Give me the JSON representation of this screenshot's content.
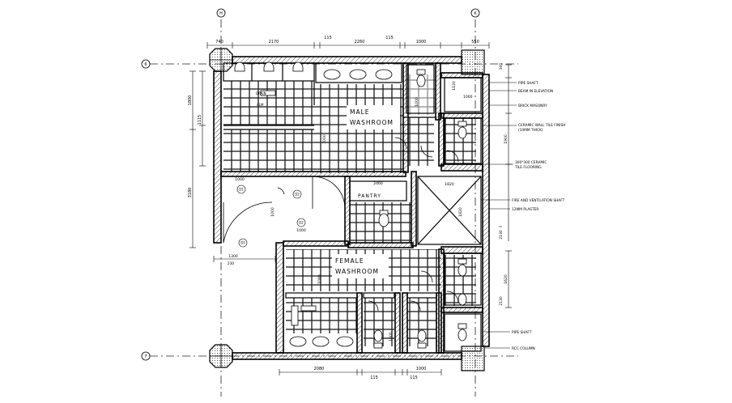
{
  "grid_bubbles": {
    "top_left": "H",
    "top_right": "K",
    "left_top": "6",
    "left_bottom": "7"
  },
  "rooms": {
    "male": [
      "MALE",
      "WASHROOM"
    ],
    "female": [
      "FEMALE",
      "WASHROOM"
    ],
    "pantry": "PANTRY"
  },
  "dims_top": [
    "740",
    "2170",
    "115",
    "2260",
    "115",
    "1000",
    "550"
  ],
  "dims_bottom": [
    "2080",
    "115",
    "115",
    "1000"
  ],
  "dims_left": [
    "1800",
    "1115",
    "3180"
  ],
  "dims_right": [
    "300",
    "1120",
    "1900",
    "1820",
    "1000",
    "2130",
    "1620",
    "2130"
  ],
  "dims_inner": [
    "1000",
    "1000",
    "1000",
    "1300",
    "1000",
    "1080",
    "1200",
    "230",
    "1000",
    "2460",
    "1820",
    "1000"
  ],
  "door_tags": [
    "D1",
    "D1",
    "D2",
    "D2"
  ],
  "fixture_labels": [
    "DRAIN",
    "ALM"
  ],
  "annotations": [
    "PIPE SHAFT",
    "BEAM IN ELEVATION",
    "BRICK MASONRY",
    "CERAMIC WALL TILE FINISH",
    "(10MM THICK)",
    "300*300 CERAMIC",
    "TILE FLOORING",
    "FIRE AND VENTILATION SHAFT",
    "12MM PLASTER",
    "PIPE SHAFT",
    "RCC COLUMN"
  ],
  "colors": {
    "ink": "#000000",
    "paper": "#ffffff",
    "tile": "#1a1a1a",
    "hatch": "#333333"
  }
}
